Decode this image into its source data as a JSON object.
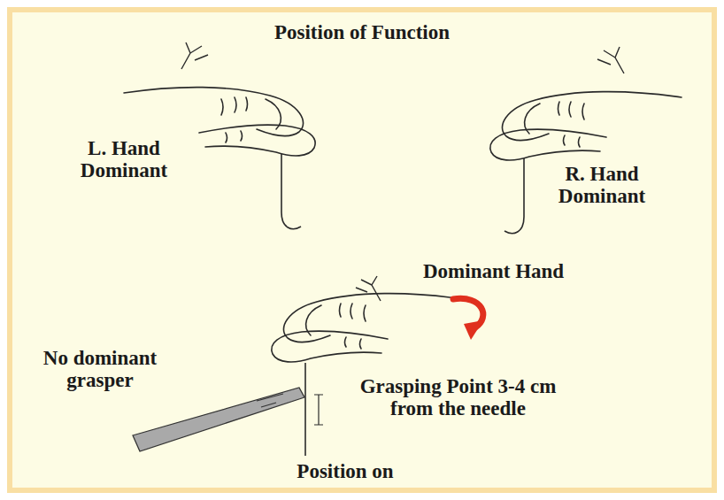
{
  "diagram": {
    "title": "Position of Function",
    "labels": [
      "L. Hand Dominant",
      "R. Hand Dominant",
      "Dominant Hand",
      "No dominant grasper",
      "Grasping Point 3-4 cm from the needle",
      "Position on"
    ]
  }
}
